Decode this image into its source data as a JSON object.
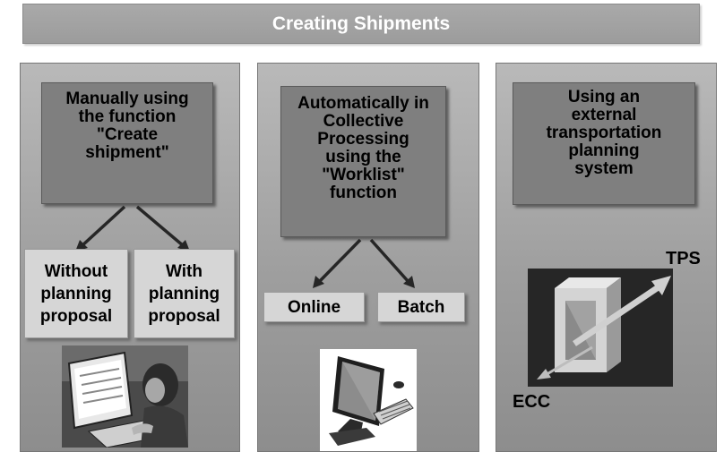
{
  "banner": {
    "title": "Creating Shipments"
  },
  "columns": [
    {
      "header": "Manually using\nthe function\n\"Create\nshipment\"",
      "options": [
        "Without\nplanning\nproposal",
        "With\nplanning\nproposal"
      ],
      "image": "person-at-computer-photo"
    },
    {
      "header": "Automatically in\nCollective\nProcessing\nusing the\n\"Worklist\"\nfunction",
      "options": [
        "Online",
        "Batch"
      ],
      "image": "computer-keyboard-photo"
    },
    {
      "header": "Using an\nexternal\ntransportation\nplanning\nsystem",
      "diagram_labels": {
        "external": "TPS",
        "internal": "ECC"
      },
      "image": "interface-cube-graphic"
    }
  ]
}
